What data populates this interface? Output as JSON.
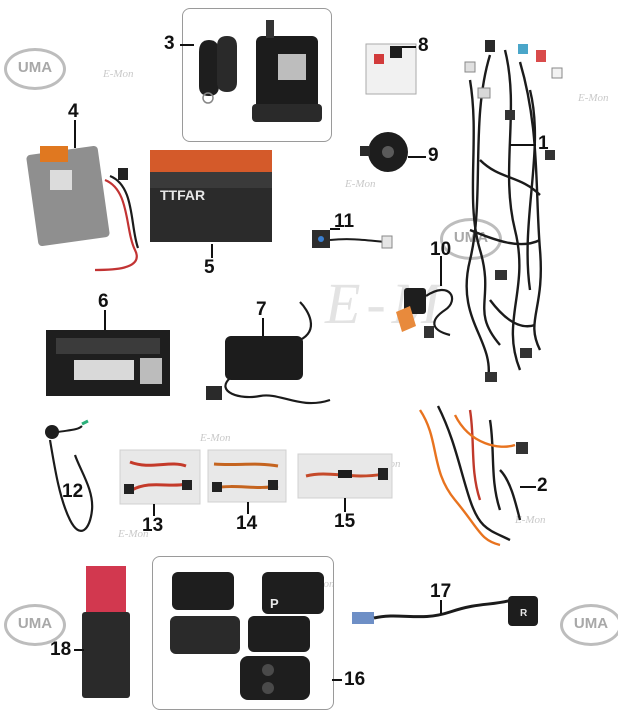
{
  "brand": {
    "logo_text": "UMA",
    "watermark_text": "E-Mon",
    "watermark_big": "E-M"
  },
  "callouts": [
    {
      "id": "1",
      "label": "1"
    },
    {
      "id": "2",
      "label": "2"
    },
    {
      "id": "3",
      "label": "3"
    },
    {
      "id": "4",
      "label": "4"
    },
    {
      "id": "5",
      "label": "5"
    },
    {
      "id": "6",
      "label": "6"
    },
    {
      "id": "7",
      "label": "7"
    },
    {
      "id": "8",
      "label": "8"
    },
    {
      "id": "9",
      "label": "9"
    },
    {
      "id": "10",
      "label": "10"
    },
    {
      "id": "11",
      "label": "11"
    },
    {
      "id": "12",
      "label": "12"
    },
    {
      "id": "13",
      "label": "13"
    },
    {
      "id": "14",
      "label": "14"
    },
    {
      "id": "15",
      "label": "15"
    },
    {
      "id": "16",
      "label": "16"
    },
    {
      "id": "17",
      "label": "17"
    },
    {
      "id": "18",
      "label": "18"
    }
  ],
  "battery": {
    "brand_text": "TTFAR"
  },
  "switches": {
    "p_label": "P",
    "r_label": "R"
  }
}
